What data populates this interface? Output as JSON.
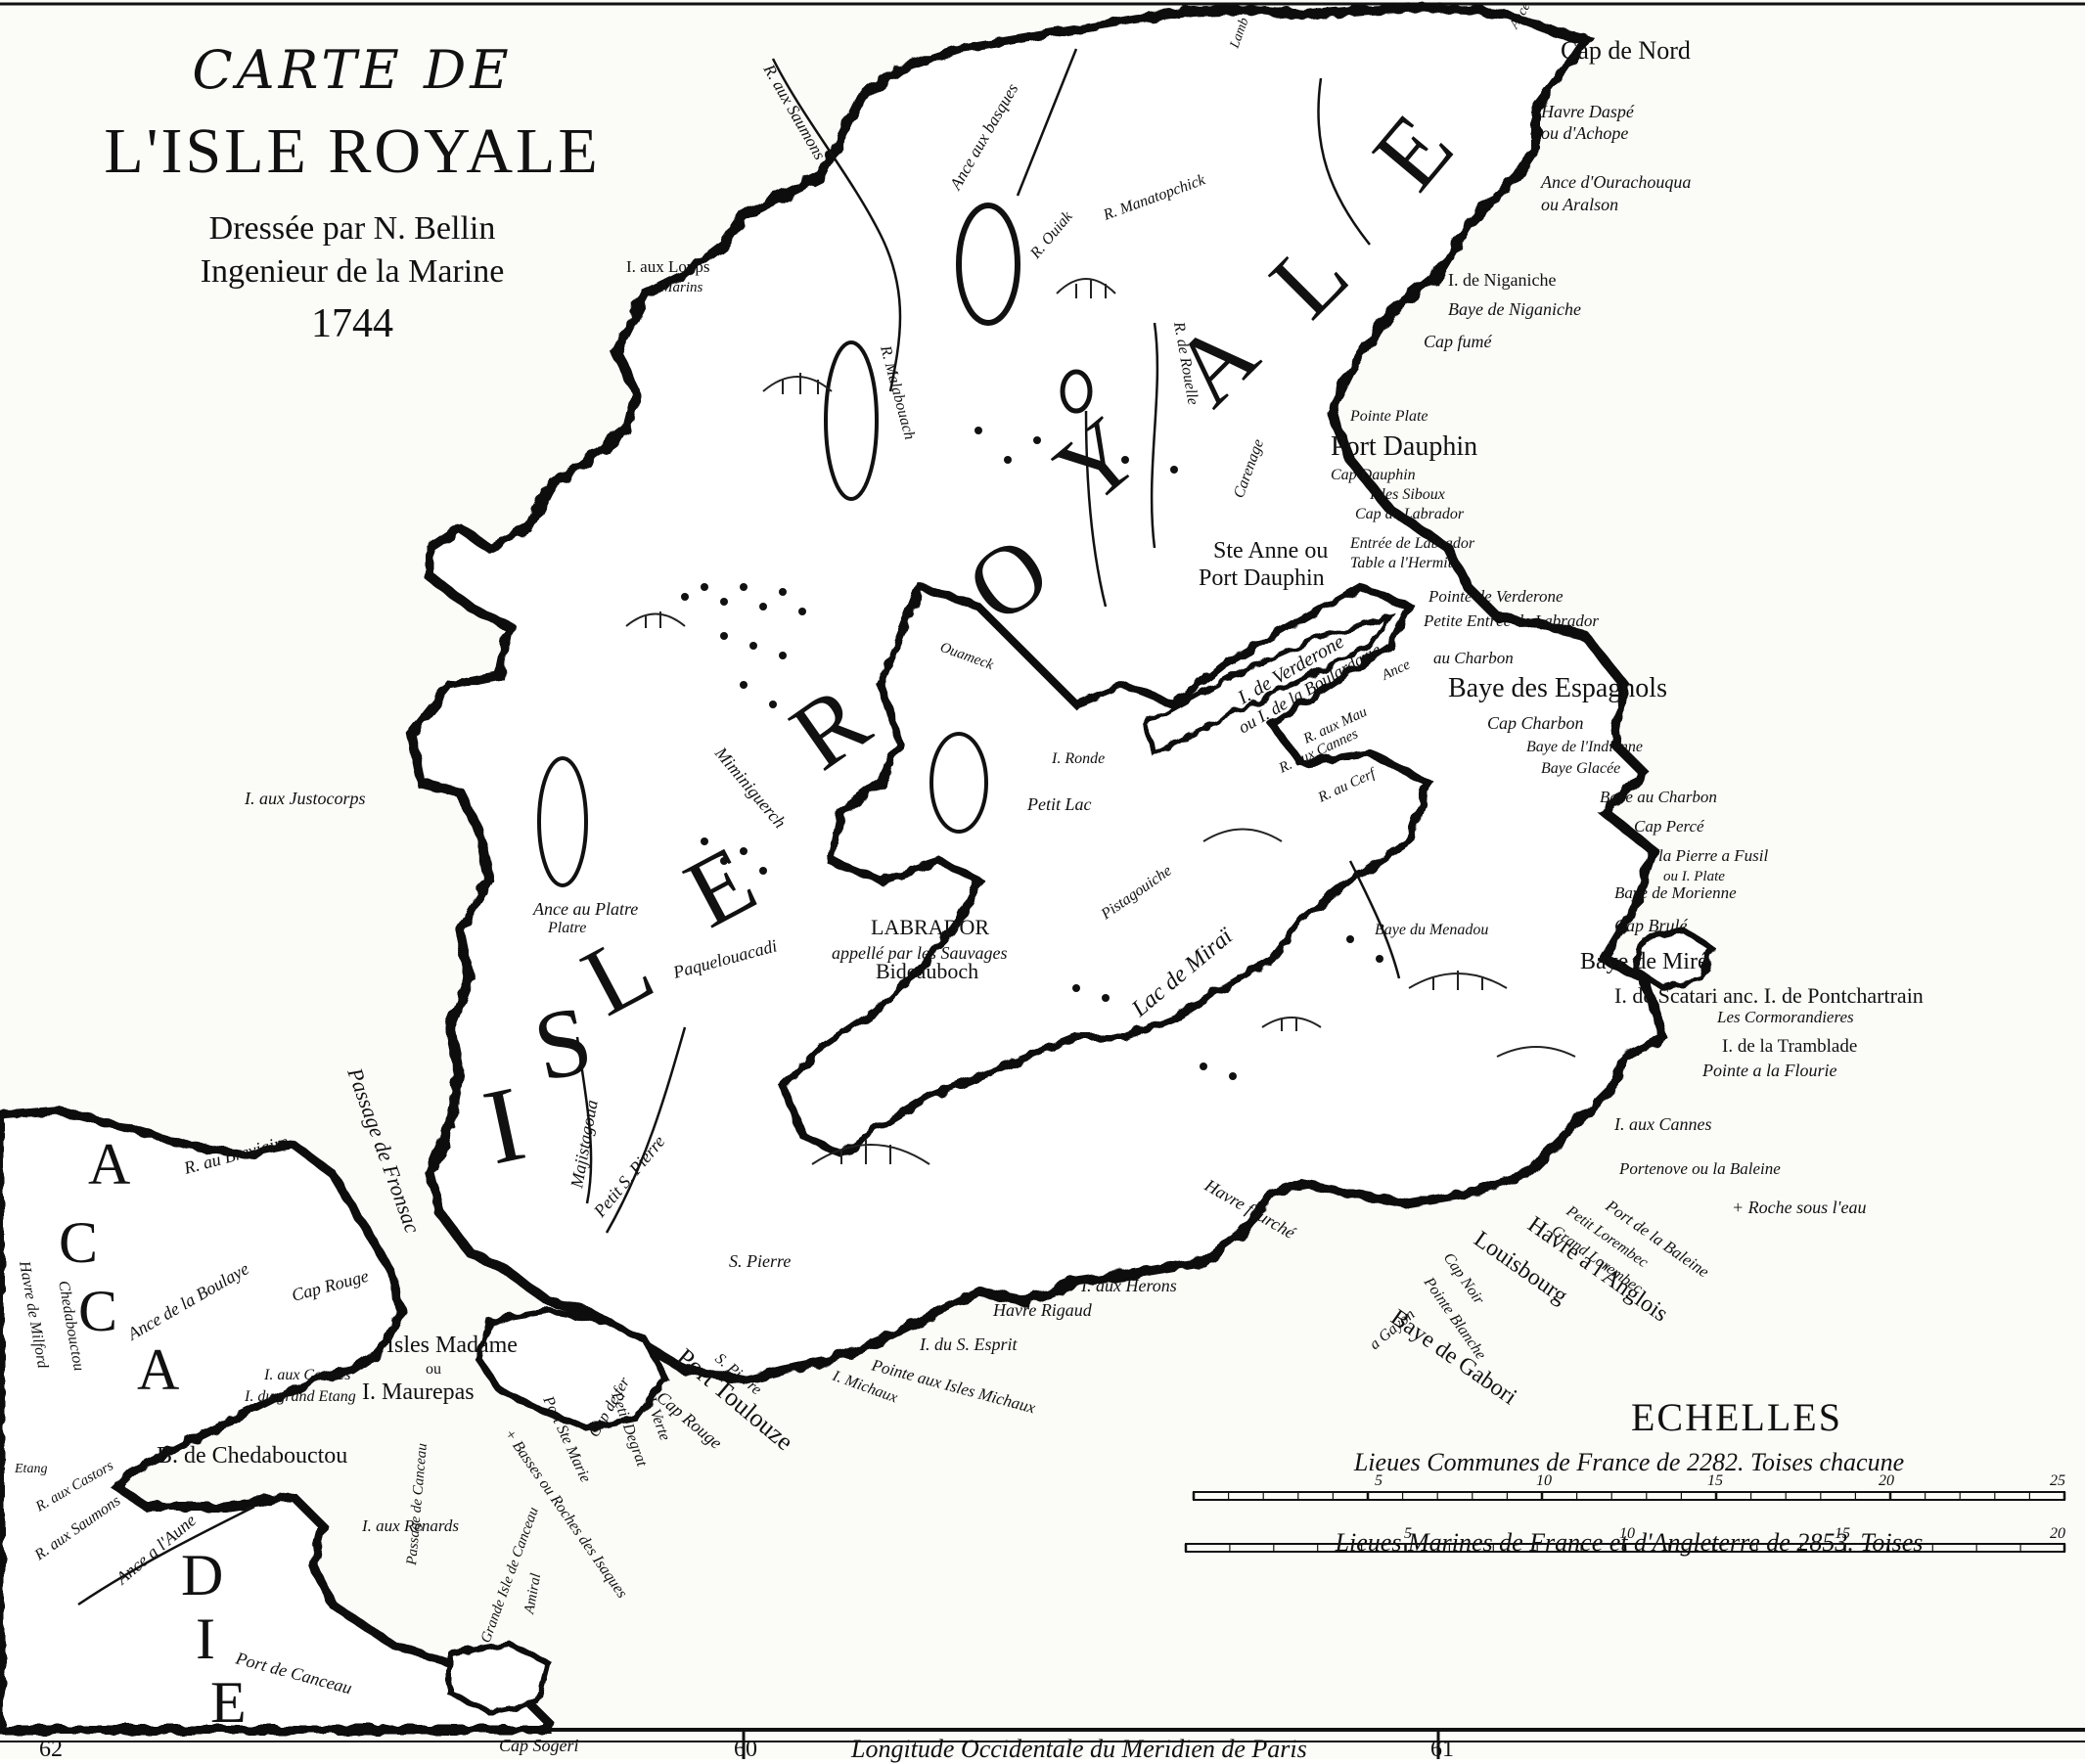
{
  "title": {
    "line1": "CARTE DE",
    "line2": "L'ISLE ROYALE",
    "author": "Dressée par N. Bellin",
    "role": "Ingenieur de la Marine",
    "year": "1744"
  },
  "island_name_letters": [
    "I",
    "S",
    "L",
    "E",
    "R",
    "O",
    "Y",
    "A",
    "L",
    "E"
  ],
  "acadie_letters": [
    "A",
    "C",
    "C",
    "A",
    "D",
    "I",
    "E"
  ],
  "labels": {
    "cap_de_nord": "Cap de Nord",
    "havre_daspe": "Havre Daspé",
    "ou_dachope": "ou d'Achope",
    "ance_ourachouqua": "Ance d'Ourachouqua",
    "ou_aralson": "ou Aralson",
    "i_de_niganiche": "I. de Niganiche",
    "baye_de_niganiche": "Baye de Niganiche",
    "cap_fume": "Cap fumé",
    "pointe_plate": "Pointe Plate",
    "port_dauphin": "Port Dauphin",
    "cap_dauphin": "Cap Dauphin",
    "isles_siboux": "Isles Siboux",
    "cap_de_labrador": "Cap de Labrador",
    "entree_de_labrador": "Entrée de Labrador",
    "table_a_lhermite": "Table a l'Hermite",
    "ste_anne": "Ste Anne ou",
    "port_dauphin_2": "Port Dauphin",
    "pointe_de_verderone": "Pointe de Verderone",
    "petite_entree": "Petite Entrée de Labrador",
    "i_de_verderone": "I. de Verderone",
    "ou_i_boulardarie": "ou I. de la Boulardarie",
    "au_charbon": "au Charbon",
    "baye_des_espagnols": "Baye des Espagnols",
    "cap_charbon": "Cap Charbon",
    "baye_de_lindienne": "Baye de l'Indienne",
    "baye_glacee": "Baye Glacée",
    "baye_au_charbon": "Baye au Charbon",
    "cap_perce": "Cap Percé",
    "la_pierre_a_fusil": "la Pierre a Fusil",
    "ou_i_plate": "ou I. Plate",
    "baye_de_morienne": "Baye de Morienne",
    "cap_brule": "Cap Brulé",
    "baye_de_mire": "Baye de Miré",
    "i_de_scatari": "I. de Scatari anc. I. de Pontchartrain",
    "les_cormorandieres": "Les Cormorandieres",
    "i_de_la_tramblade": "I. de la Tramblade",
    "pointe_a_la_flourie": "Pointe a la Flourie",
    "i_aux_cannes_east": "I. aux Cannes",
    "portenove": "Portenove ou la Baleine",
    "roche_sous_leau": "+ Roche sous l'eau",
    "port_de_la_baleine": "Port de la Baleine",
    "petit_lorembec": "Petit Lorembec",
    "grand_lorembec": "Grand Lorembec",
    "havre_a_langlois": "Havre a l'Anglois",
    "louisbourg": "Louisbourg",
    "cap_noir": "Cap Noir",
    "pointe_blanche": "Pointe Blanche",
    "baye_de_gabori": "Baye de Gabori",
    "a_gayon": "a Gayon",
    "havre_fourche": "Havre fourché",
    "i_aux_herons": "I. aux Herons",
    "havre_rigaud": "Havre Rigaud",
    "i_du_s_esprit": "I. du S. Esprit",
    "pointe_aux_isles_michaux": "Pointe aux Isles Michaux",
    "i_michaux": "I. Michaux",
    "port_toulouze": "Port Toulouze",
    "cap_rouge_s": "Cap Rouge",
    "s_pierre_pt": "S. Pierre",
    "s_pierre": "S. Pierre",
    "petit_s_pierre": "Petit S. Pierre",
    "isles_madame": "Isles Madame",
    "ou": "ou",
    "i_maurepas": "I. Maurepas",
    "basses": "+ Basses ou Roches des Isaques",
    "port_ste_marie": "Port Ste Marie",
    "cap_de_fer": "Cap de fer",
    "petit_degrat": "Petit Degrat",
    "i_verte": "I. Verte",
    "passage_de_fronsac": "Passage de Fronsac",
    "r_au_breviaire": "R. au Breviaire",
    "ance_de_la_boulaye": "Ance de la Boulaye",
    "cap_rouge_w": "Cap Rouge",
    "i_aux_cannes_w": "I. aux Cannes",
    "i_du_grand_etang": "I. du grand Etang",
    "b_de_chedabouctou": "B. de Chedabouctou",
    "chedabouctou": "Chedabouctou",
    "havre_de_milford": "Havre de Milford",
    "etang": "Etang",
    "r_aux_castors": "R. aux Castors",
    "i_aux_renards": "I. aux Renards",
    "r_aux_saumons_s": "R. aux Saumons",
    "ance_a_laune": "Ance a l'Aune",
    "port_de_canceau": "Port de Canceau",
    "cap_sogeri": "Cap Sogeri",
    "passage_de_canceau": "Passage de Canceau",
    "grande_isle_de_canceau": "Grande Isle de Canceau",
    "amiral": "Amiral",
    "i_aux_justocorps": "I. aux Justocorps",
    "ance_au_platre": "Ance au Platre",
    "platre": "Platre",
    "majistagoua": "Majistagoua",
    "labrador": "LABRADOR",
    "appelle": "appellé par les Sauvages",
    "bideauboch": "Bideauboch",
    "paquelouacadi": "Paquelouacadi",
    "miminiguerch": "Miminiguerch",
    "i_ronde": "I. Ronde",
    "petit_lac": "Petit Lac",
    "ouameck": "Ouameck",
    "pistagouiche": "Pistagouiche",
    "lac_de_mirai": "Lac de Miraï",
    "baye_du_menadou": "Baye du Menadou",
    "r_aux_mau": "R. aux Mau",
    "r_aux_cannes": "R. aux Cannes",
    "r_au_cerf": "R. au Cerf",
    "ance": "Ance",
    "i_aux_loups_marins": "I. aux Loups",
    "marins": "Marins",
    "r_aux_saumons_n": "R. aux Saumons",
    "ance_aux_basques": "Ance aux basques",
    "r_ouiak": "R. Ouiak",
    "r_manatopchick": "R. Manatopchick",
    "r_malabouach": "R. Malabouach",
    "r_de_rouelle": "R. de Rouelle",
    "carenage": "Carenage",
    "ance_n": "Ance",
    "lamb": "Lamb"
  },
  "scale": {
    "title": "ECHELLES",
    "caption1": "Lieues Communes de France de 2282. Toises chacune",
    "ticks1": [
      "5",
      "10",
      "15",
      "20",
      "25"
    ],
    "caption2": "Lieues Marines de France et d'Angleterre de 2853. Toises",
    "ticks2": [
      "5",
      "10",
      "15",
      "20"
    ]
  },
  "border": {
    "caption": "Longitude Occidentale du Meridien de Paris",
    "deg_left_a": "62",
    "deg_left_b": "60",
    "deg_right": "61"
  },
  "colors": {
    "ink": "#111111",
    "paper": "#fbfbf8",
    "water_shade": "#2a2a2a"
  }
}
